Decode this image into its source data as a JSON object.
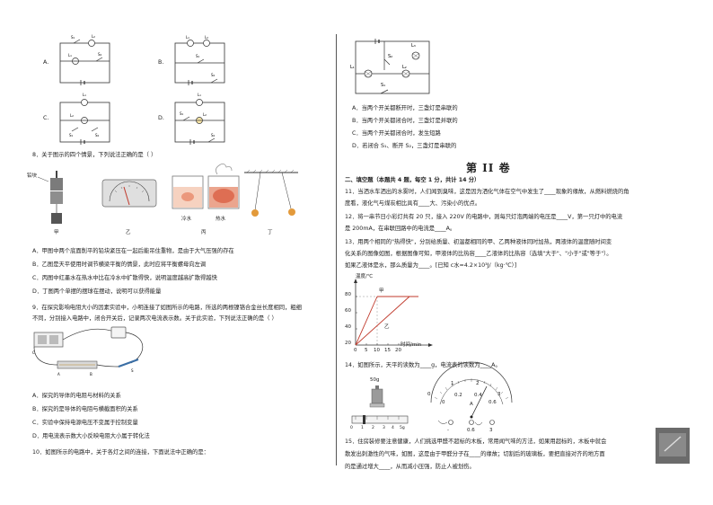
{
  "left": {
    "q7_options": {
      "A": "A.",
      "B": "B.",
      "C": "C.",
      "D": "D."
    },
    "q8": {
      "stem": "8．关于图示的四个情景，下列说法正确的是（      ）",
      "labels": {
        "jia": "甲",
        "yi": "乙",
        "bing": "丙",
        "ding": "丁",
        "lead": "铅块",
        "cold": "冷水",
        "hot": "热水"
      },
      "A": "A．甲图中两个底面削平的铅块紧压在一起后能吊住重物，是由于大气压强的存在",
      "B": "B．乙图是天平使用时调节横梁平衡的情景，此时应将平衡螺母向左调",
      "C": "C．丙图中红墨水在热水中比在冷水中扩散得快，说明温度越高扩散得越快",
      "D": "D．丁图两个单摆的摆球在摆动，说明可以获得能量"
    },
    "q9": {
      "stem1": "9．在探究影响电阻大小的因素实验中，小明连接了如图所示的电路，所选的两根镍铬合金丝长度相同，粗细",
      "stem2": "不同，分别接入电路中，闭合开关后，记录两次电流表示数。关于此实验，下列说法正确的是（       ）",
      "A": "A．探究的导体的电阻与材料的关系",
      "B": "B．探究的是导体的电阻与横截面积的关系",
      "C": "C．实验中保持电源电压不变属于控制变量",
      "D": "D．用电流表示数大小反映电阻大小属于转化法"
    },
    "q10": {
      "stem": "10．如图所示的电路中，关于各灯之间的连接，下面说法中正确的是："
    }
  },
  "right": {
    "q10_options": {
      "A": "A．当两个开关都断开时，三盏灯是串联的",
      "B": "B．当两个开关都闭合时，三盏灯是并联的",
      "C": "C．当两个开关都闭合时，发生短路",
      "D": "D．若闭合 S₁、断开 S₂，三盏灯是串联的"
    },
    "section_title": "第 II 卷",
    "fill_header": "二、填空题（本题共 4 题，每空 1 分，共计 14 分）",
    "q11_1": "11．当洒水车洒出的水雾时，人们闻到臭味，这是因为洒化气体在空气中发生了____现象的缘故，从燃料燃烧的角",
    "q11_2": "度看，液化气与煤炭相比具有____大、污染小的优点。",
    "q12_1": "12．将一串节日小彩灯共有 20 只，接入 220V 的电路中，则每只灯泡两端的电压是____V，第一只灯中的电流",
    "q12_2": "是 200mA，在串联回路中的电流是____A。",
    "q13_1": "13．用两个相同的\"热得快\"，分别给质量、初温都相同的甲、乙两种液体同时加热，两液体的温度随时间变",
    "q13_2": "化关系的图像如图，根据图像可知，甲液体的比热容____乙液体的比热容（选填\"大于\"、\"小于\"或\"等于\"）。",
    "q13_3": "如果乙液体是水，那么质量为____。[已知 c水=4.2×10³J/（kg·℃）]",
    "graph": {
      "ylabel": "温度/℃",
      "xlabel": "时间/min",
      "yticks": [
        "20",
        "40",
        "60",
        "80"
      ],
      "xticks": [
        "0",
        "5",
        "10",
        "15",
        "20"
      ],
      "origin": "0",
      "jia": "甲",
      "yi": "乙"
    },
    "q14": "14．如图所示，天平的读数为____g，电流表的读数为____A。",
    "balance": {
      "weight": "50g",
      "scale": [
        "0",
        "1",
        "2",
        "3",
        "4",
        "5g"
      ]
    },
    "ammeter": {
      "outer": [
        "0",
        "1",
        "2",
        "3"
      ],
      "inner": [
        "0",
        "0.2",
        "0.4",
        "0.6"
      ],
      "unit": "A",
      "terminals": [
        "-",
        "0.6",
        "3"
      ]
    },
    "q15_1": "15．住房装修要注意健康，人们挑选甲醛不超标的木板，常用闻气味的方法，如果用超标的，木板中就会",
    "q15_2": "散发出刺激性的气味，如图，这是由于甲醛分子在____的缘故；切割后的玻璃板，要把直接对齐的地方面",
    "q15_3": "的是通过增大____，从而减小压强，防止人被划伤。"
  }
}
